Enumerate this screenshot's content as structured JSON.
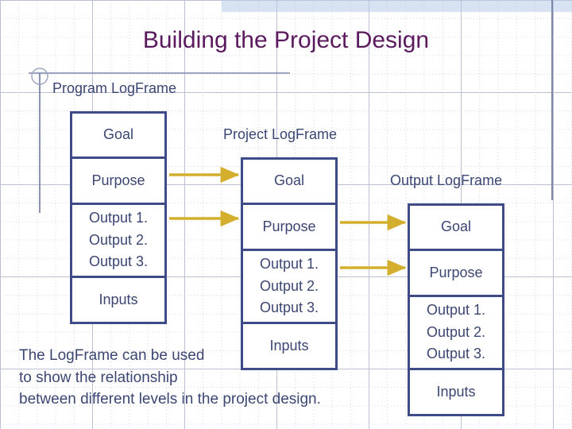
{
  "slide": {
    "title": "Building the Project Design",
    "title_color": "#5C1A5E",
    "frame_border_color": "#3F4B86",
    "text_color": "#3B4673",
    "arrow_color": "#D4AF2E",
    "background_color": "#FFFFFF"
  },
  "frames": [
    {
      "id": "program",
      "heading": "Program LogFrame",
      "rows": [
        {
          "key": "goal",
          "lines": [
            "Goal"
          ]
        },
        {
          "key": "purpose",
          "lines": [
            "Purpose"
          ]
        },
        {
          "key": "outputs",
          "lines": [
            "Output 1.",
            "Output 2.",
            "Output 3."
          ]
        },
        {
          "key": "inputs",
          "lines": [
            "Inputs"
          ]
        }
      ]
    },
    {
      "id": "project",
      "heading": "Project LogFrame",
      "rows": [
        {
          "key": "goal",
          "lines": [
            "Goal"
          ]
        },
        {
          "key": "purpose",
          "lines": [
            "Purpose"
          ]
        },
        {
          "key": "outputs",
          "lines": [
            "Output 1.",
            "Output 2.",
            "Output 3."
          ]
        },
        {
          "key": "inputs",
          "lines": [
            "Inputs"
          ]
        }
      ]
    },
    {
      "id": "output",
      "heading": "Output LogFrame",
      "rows": [
        {
          "key": "goal",
          "lines": [
            "Goal"
          ]
        },
        {
          "key": "purpose",
          "lines": [
            "Purpose"
          ]
        },
        {
          "key": "outputs",
          "lines": [
            "Output 1.",
            "Output 2.",
            "Output 3."
          ]
        },
        {
          "key": "inputs",
          "lines": [
            "Inputs"
          ]
        }
      ]
    }
  ],
  "arrows": [
    {
      "id": "program-purpose-to-project-goal",
      "from": "program.purpose",
      "to": "project.goal"
    },
    {
      "id": "program-output-to-project-purpose",
      "from": "program.outputs",
      "to": "project.purpose"
    },
    {
      "id": "project-purpose-to-output-goal",
      "from": "project.purpose",
      "to": "output.goal"
    },
    {
      "id": "project-output-to-output-purpose",
      "from": "project.outputs",
      "to": "output.purpose"
    }
  ],
  "caption": {
    "lines": [
      "The LogFrame can be used",
      "to show the relationship",
      "between different levels in the project design."
    ]
  }
}
